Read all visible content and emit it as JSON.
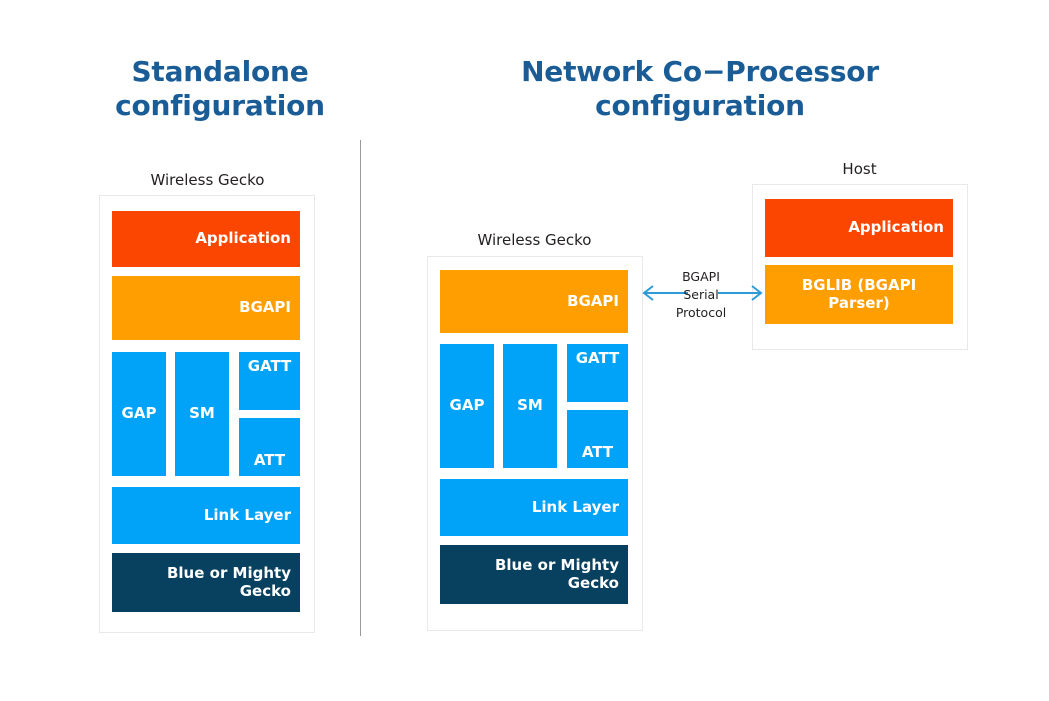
{
  "headings": {
    "left": "Standalone configuration",
    "right": "Network Co−Processor configuration"
  },
  "colors": {
    "heading_blue": "#1a5c96",
    "application_red": "#fa4600",
    "bgapi_amber": "#ff9e00",
    "stack_blue": "#00a3f7",
    "soc_navy": "#08405f",
    "arrow_blue": "#2e9bd6",
    "divider_gray": "#9a9a9a",
    "panel_border": "#e9e9e9"
  },
  "standalone": {
    "caption": "Wireless Gecko",
    "blocks": {
      "application": "Application",
      "bgapi": "BGAPI",
      "gap": "GAP",
      "sm": "SM",
      "gatt": "GATT",
      "att": "ATT",
      "link_layer": "Link Layer",
      "soc": "Blue or Mighty Gecko"
    }
  },
  "ncp": {
    "gecko_caption": "Wireless Gecko",
    "host_caption": "Host",
    "gecko_blocks": {
      "bgapi": "BGAPI",
      "gap": "GAP",
      "sm": "SM",
      "gatt": "GATT",
      "att": "ATT",
      "link_layer": "Link Layer",
      "soc": "Blue or Mighty Gecko"
    },
    "host_blocks": {
      "application": "Application",
      "bglib": "BGLIB (BGAPI Parser)"
    },
    "connector": {
      "line1": "BGAPI",
      "line2": "Serial",
      "line3": "Protocol"
    }
  }
}
